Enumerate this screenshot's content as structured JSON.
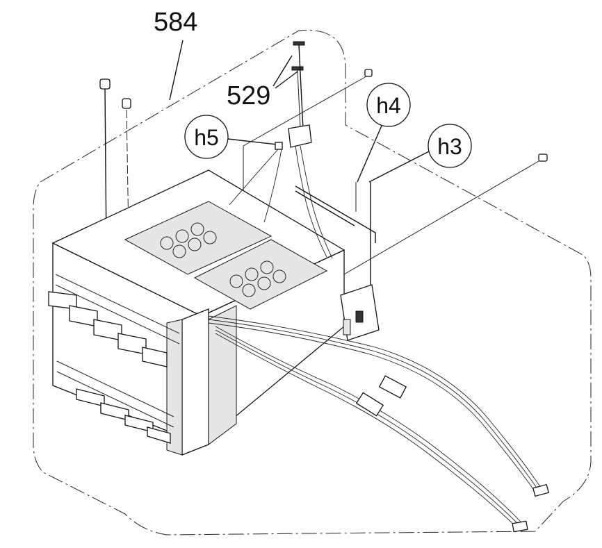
{
  "callouts": {
    "assembly": "584",
    "screws": "529",
    "h3": "h3",
    "h4": "h4",
    "h5": "h5"
  }
}
